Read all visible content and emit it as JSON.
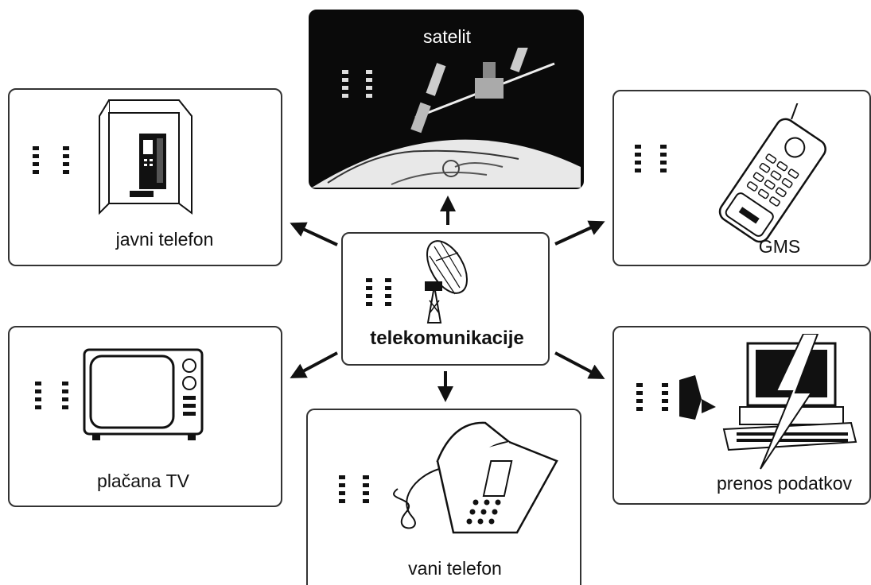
{
  "diagram": {
    "center": {
      "label": "telekomunikacije",
      "icon": "satellite-dish-icon"
    },
    "nodes": [
      {
        "id": "satelit",
        "label": "satelit",
        "icon": "satellite-earth-icon"
      },
      {
        "id": "javni-telefon",
        "label": "javni telefon",
        "icon": "payphone-booth-icon"
      },
      {
        "id": "gms",
        "label": "GMS",
        "icon": "mobile-phone-icon"
      },
      {
        "id": "placana-tv",
        "label": "plačana TV",
        "icon": "television-icon"
      },
      {
        "id": "vani-telefon",
        "label": "vani telefon",
        "icon": "desk-phone-icon"
      },
      {
        "id": "prenos-podatkov",
        "label": "prenos podatkov",
        "icon": "computer-terminal-icon"
      }
    ],
    "edges": [
      {
        "from": "telekomunikacije",
        "to": "satelit"
      },
      {
        "from": "telekomunikacije",
        "to": "javni-telefon"
      },
      {
        "from": "telekomunikacije",
        "to": "gms"
      },
      {
        "from": "telekomunikacije",
        "to": "placana-tv"
      },
      {
        "from": "telekomunikacije",
        "to": "vani-telefon"
      },
      {
        "from": "telekomunikacije",
        "to": "prenos-podatkov"
      }
    ]
  }
}
